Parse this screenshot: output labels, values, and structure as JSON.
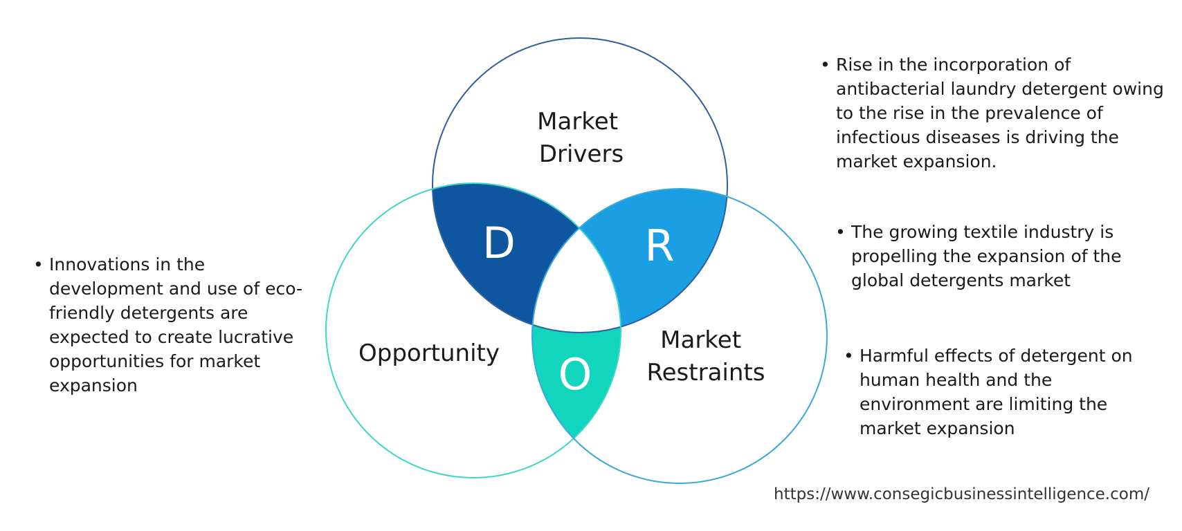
{
  "diagram": {
    "circles": {
      "drivers": {
        "label_lines": [
          "Market",
          "Drivers"
        ],
        "stroke": "#2e5f9e"
      },
      "opportunity": {
        "label_lines": [
          "Opportunity"
        ],
        "stroke": "#3fd6c6"
      },
      "restraints": {
        "label_lines": [
          "Market",
          "Restraints"
        ],
        "stroke": "#3aa8d8"
      }
    },
    "overlaps": {
      "d": {
        "letter": "D",
        "fill": "#0e57a0"
      },
      "r": {
        "letter": "R",
        "fill": "#199fe2"
      },
      "o": {
        "letter": "O",
        "fill": "#12d5be"
      }
    }
  },
  "bullets": {
    "opportunity": "Innovations in the development and use of eco-friendly detergents are expected to create lucrative opportunities for market expansion",
    "drivers": "Rise in the incorporation of antibacterial laundry detergent owing to the rise in the prevalence of infectious diseases is driving the market expansion.",
    "restraints_1": "The growing textile industry is propelling the expansion of the global detergents market",
    "restraints_2": "Harmful effects of detergent on human health and the environment are limiting the market expansion"
  },
  "bullet_glyph": "•",
  "source_url": "https://www.consegicbusinessintelligence.com/"
}
